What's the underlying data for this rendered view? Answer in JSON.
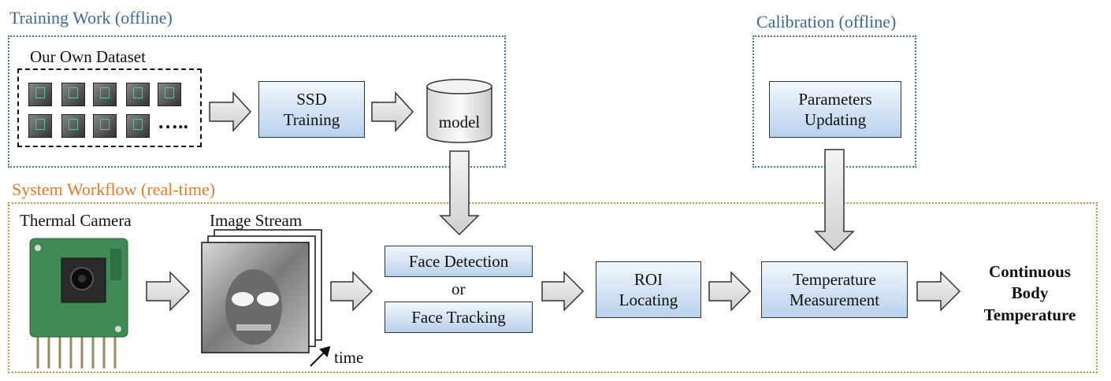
{
  "sections": {
    "training": "Training Work (offline)",
    "calibration": "Calibration (offline)",
    "system": "System Workflow (real-time)"
  },
  "training": {
    "dataset_label": "Our Own Dataset",
    "dataset_ellipsis": "…..",
    "ssd_line1": "SSD",
    "ssd_line2": "Training",
    "model_label": "model"
  },
  "calibration": {
    "line1": "Parameters",
    "line2": "Updating"
  },
  "workflow": {
    "camera_label": "Thermal Camera",
    "stream_label": "Image Stream",
    "time_label": "time",
    "face_detection": "Face Detection",
    "or_label": "or",
    "face_tracking": "Face Tracking",
    "roi_line1": "ROI",
    "roi_line2": "Locating",
    "temp_line1": "Temperature",
    "temp_line2": "Measurement",
    "output_line1": "Continuous",
    "output_line2": "Body",
    "output_line3": "Temperature"
  },
  "colors": {
    "blue_border": "#3f77b3",
    "orange_border": "#e58a34",
    "box_fill": "#b9d1ec"
  }
}
